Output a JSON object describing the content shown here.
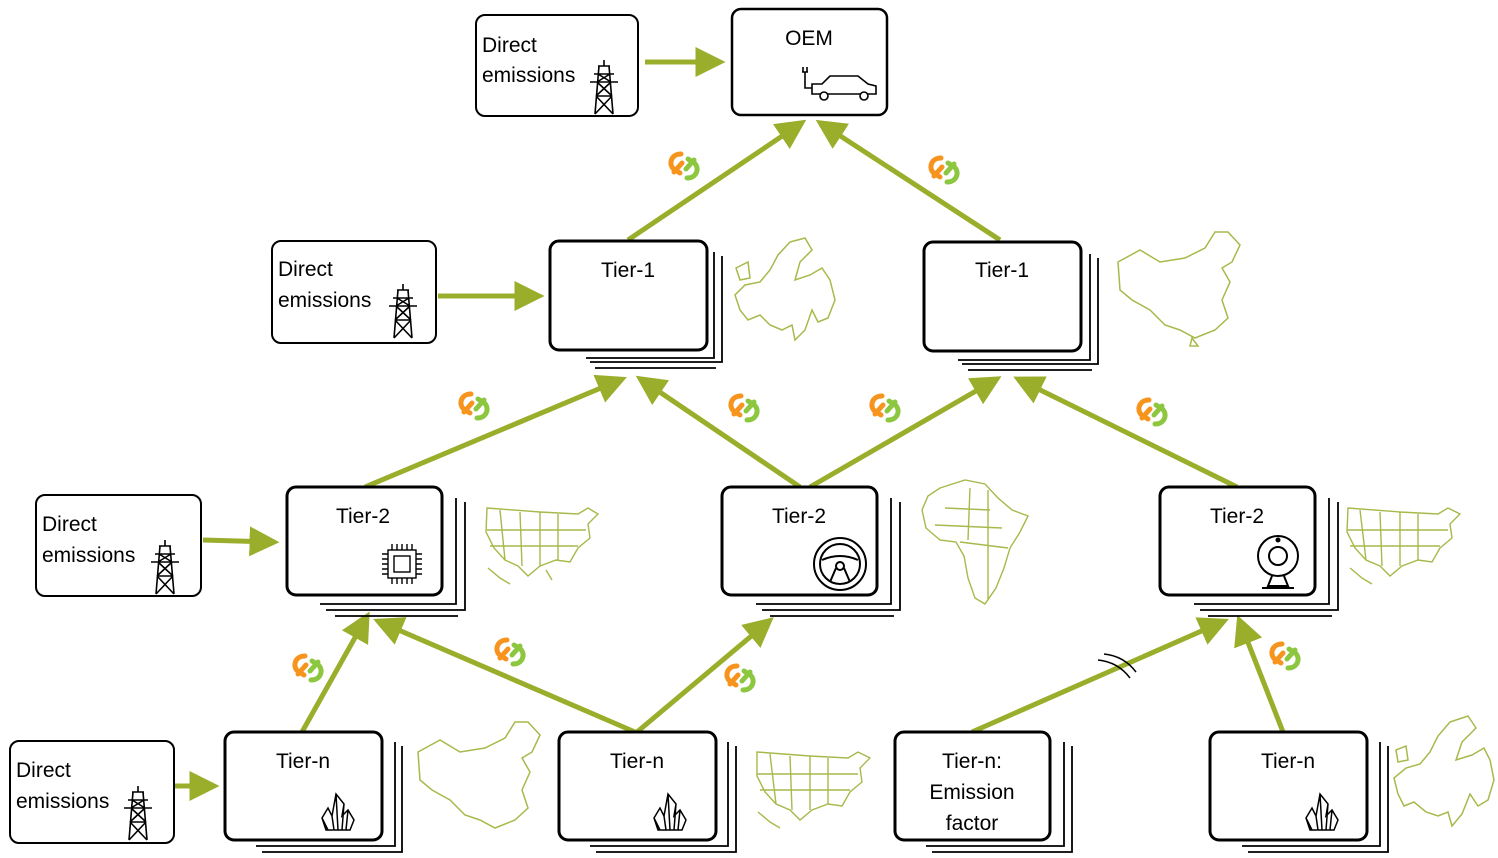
{
  "colors": {
    "arrow": "#9aae2b",
    "map": "#a9b84a",
    "link_icon_orange": "#f7941d",
    "link_icon_green": "#8dc63f",
    "box_border": "#000000"
  },
  "nodes": {
    "oem": {
      "label": "OEM",
      "icon": "electric-car-icon"
    },
    "t1_eu": {
      "label": "Tier-1",
      "map": "europe-map"
    },
    "t1_cn": {
      "label": "Tier-1",
      "map": "china-map"
    },
    "t2_us_a": {
      "label": "Tier-2",
      "icon": "chip-icon",
      "map": "usa-map"
    },
    "t2_af": {
      "label": "Tier-2",
      "icon": "steering-wheel-icon",
      "map": "africa-map"
    },
    "t2_us_b": {
      "label": "Tier-2",
      "icon": "webcam-icon",
      "map": "usa-map"
    },
    "tn_cn": {
      "label": "Tier-n",
      "icon": "crystal-icon",
      "map": "china-map"
    },
    "tn_us": {
      "label": "Tier-n",
      "icon": "crystal-icon",
      "map": "usa-map"
    },
    "tn_ef": {
      "label_lines": [
        "Tier-n:",
        "Emission",
        "factor"
      ]
    },
    "tn_eu": {
      "label": "Tier-n",
      "icon": "crystal-icon",
      "map": "europe-map"
    }
  },
  "direct_emissions": {
    "line1": "Direct",
    "line2": "emissions",
    "icon": "power-tower-icon",
    "count": 4
  },
  "link_icon": "data-link-icon"
}
